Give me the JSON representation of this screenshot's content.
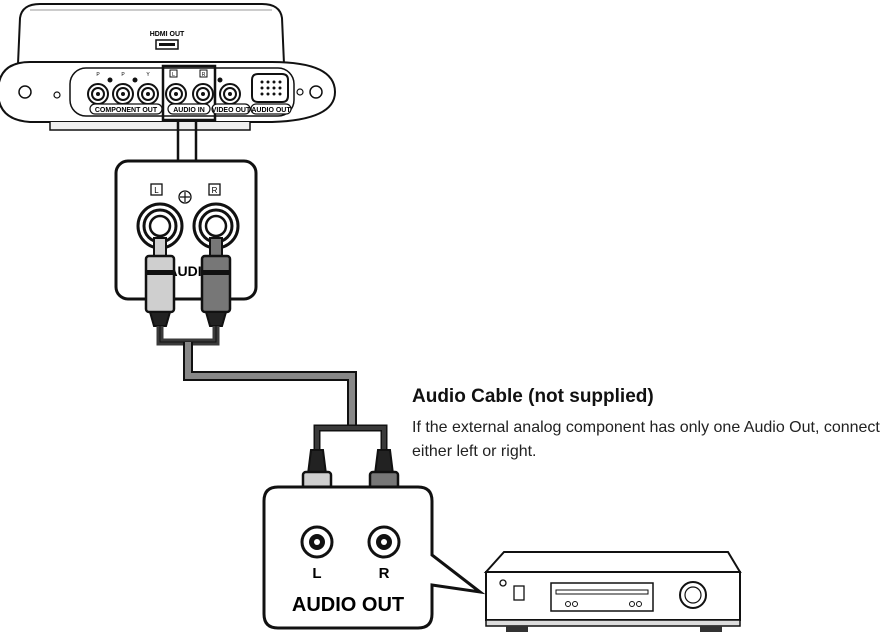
{
  "device": {
    "hdmi_label": "HDMI OUT",
    "component_label": "COMPONENT OUT",
    "audio_in_label": "AUDIO IN",
    "video_out_label": "VIDEO OUT",
    "audio_out_label": "AUDIO OUT",
    "component_jack_letters": [
      "P",
      "P",
      "Y"
    ],
    "audio_in_jack_letters": [
      "L",
      "R"
    ]
  },
  "zoom_panel": {
    "left_marker": "L",
    "right_marker": "R",
    "audio_text": "AUDIO"
  },
  "caption": {
    "title": "Audio Cable (not supplied)",
    "description": "If the external analog component has only one Audio Out, connect either left or right."
  },
  "external_panel": {
    "left_label": "L",
    "right_label": "R",
    "output_label": "AUDIO OUT"
  },
  "colors": {
    "cable_left": "#3a3a3a",
    "cable_right": "#888888",
    "plug_left": "#cfcfcf",
    "plug_right": "#777777",
    "outline": "#111111"
  }
}
